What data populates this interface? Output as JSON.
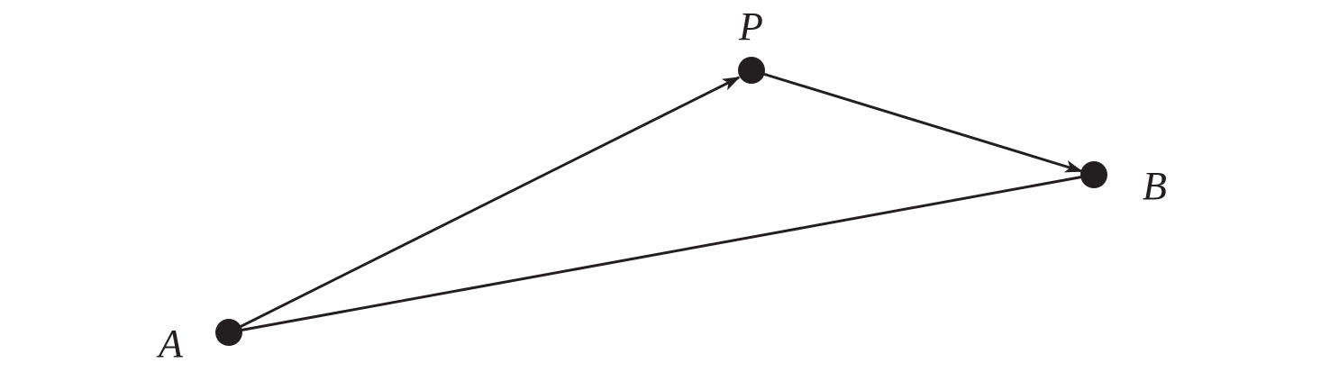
{
  "diagram": {
    "points": [
      {
        "id": "A",
        "label": "A"
      },
      {
        "id": "P",
        "label": "P"
      },
      {
        "id": "B",
        "label": "B"
      }
    ],
    "edges": [
      {
        "from": "A",
        "to": "P",
        "arrow": true
      },
      {
        "from": "P",
        "to": "B",
        "arrow": true
      },
      {
        "from": "A",
        "to": "B",
        "arrow": false
      }
    ],
    "colors": {
      "stroke": "#231f20",
      "background": "#ffffff"
    }
  }
}
